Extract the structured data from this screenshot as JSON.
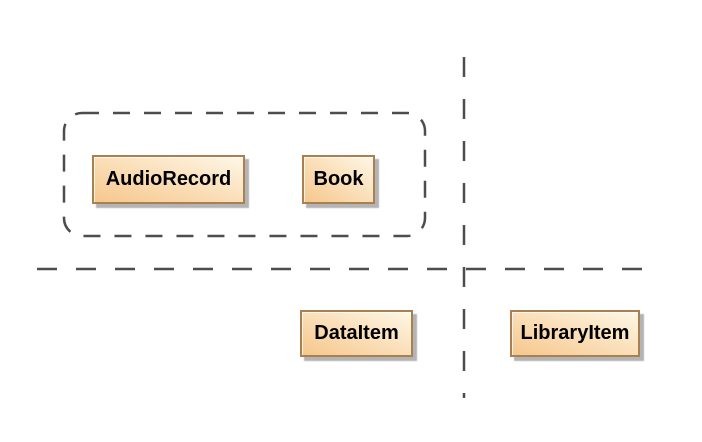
{
  "diagram": {
    "boxes": [
      {
        "label": "AudioRecord"
      },
      {
        "label": "Book"
      },
      {
        "label": "DataItem"
      },
      {
        "label": "LibraryItem"
      }
    ],
    "group": {
      "contains": [
        "AudioRecord",
        "Book"
      ]
    },
    "colors": {
      "box_fill_light": "#FEF7E6",
      "box_fill_dark": "#F6C78C",
      "box_border": "#AA8050",
      "box_shadow": "#B4B4B4",
      "dash_line": "#4D4D4D",
      "background": "#FFFFFF",
      "text": "#000000"
    }
  }
}
